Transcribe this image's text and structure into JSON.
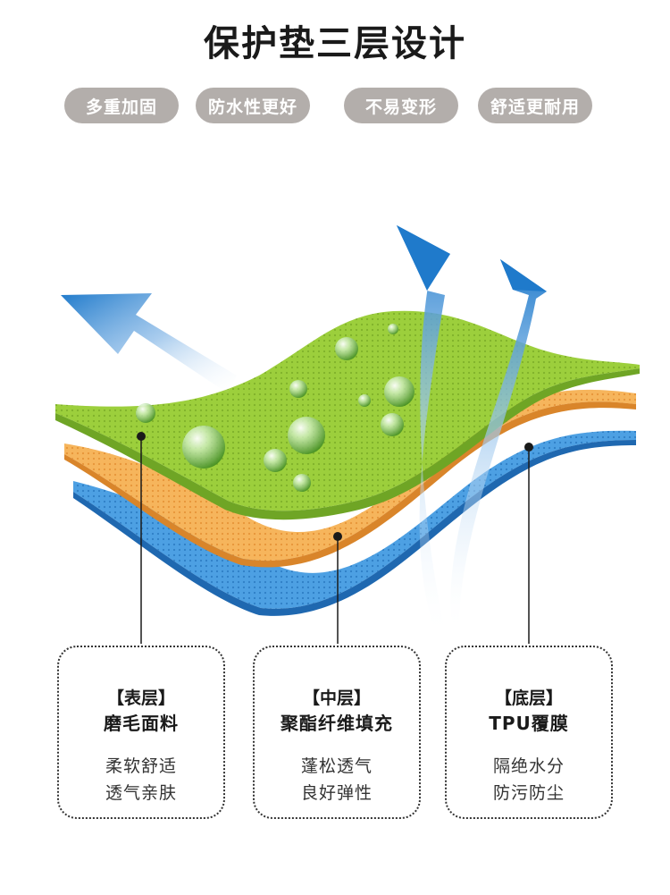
{
  "title": "保护垫三层设计",
  "features": [
    "多重加固",
    "防水性更好",
    "不易变形",
    "舒适更耐用"
  ],
  "colors": {
    "pill_bg": "#b3aeab",
    "top_layer": "#8cc63f",
    "middle_layer": "#f3a64a",
    "bottom_layer": "#3c8fd6",
    "arrow": "#2b82cc"
  },
  "illustration": {
    "icons": [
      "airflow-arrow-icon",
      "water-droplet-icon"
    ]
  },
  "layers": [
    {
      "bracket": "【表层】",
      "name": "磨毛面料",
      "desc1": "柔软舒适",
      "desc2": "透气亲肤"
    },
    {
      "bracket": "【中层】",
      "name": "聚酯纤维填充",
      "desc1": "蓬松透气",
      "desc2": "良好弹性"
    },
    {
      "bracket": "【底层】",
      "name": "TPU覆膜",
      "desc1": "隔绝水分",
      "desc2": "防污防尘"
    }
  ]
}
